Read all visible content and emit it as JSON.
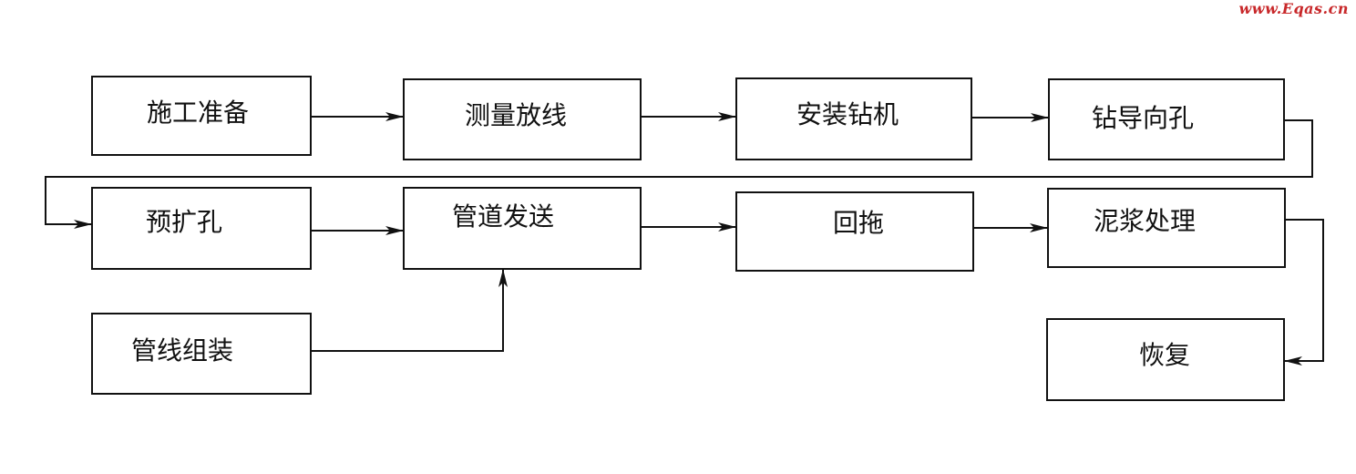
{
  "watermark": "www.Eqas.cn",
  "steps": {
    "preparation": "施工准备",
    "survey": "测量放线",
    "rig_install": "安装钻机",
    "pilot_hole": "钻导向孔",
    "pre_ream": "预扩孔",
    "pipe_delivery": "管道发送",
    "pullback": "回拖",
    "mud_treatment": "泥浆处理",
    "pipe_assembly": "管线组装",
    "restoration": "恢复"
  }
}
